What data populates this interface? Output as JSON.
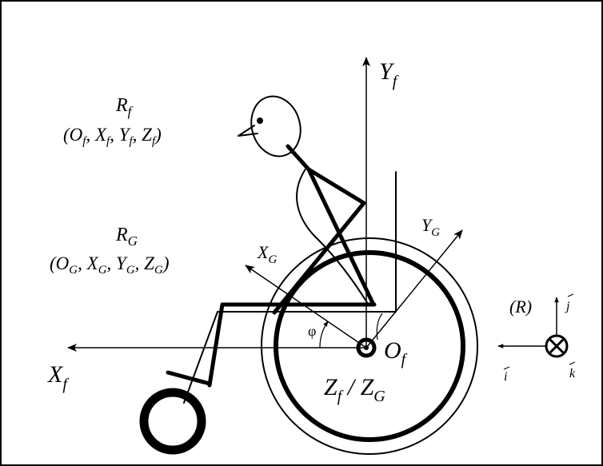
{
  "labels": {
    "frame_title_name": "R",
    "frame_title_sub": "f",
    "frame_def": {
      "open": "(O",
      "o_sub": "f",
      "x": ", X",
      "x_sub": "f",
      "y": ", Y",
      "y_sub": "f",
      "z": ", Z",
      "z_sub": "f",
      "close": ")"
    },
    "g_title_name": "R",
    "g_title_sub": "G",
    "g_def": {
      "open": "(O",
      "o_sub": "G",
      "x": ", X",
      "x_sub": "G",
      "y": ", Y",
      "y_sub": "G",
      "z": ", Z",
      "z_sub": "G",
      "close": ")"
    },
    "yf_name": "Y",
    "yf_sub": "f",
    "xf_name": "X",
    "xf_sub": "f",
    "xg_name": "X",
    "xg_sub": "G",
    "yg_name": "Y",
    "yg_sub": "G",
    "of_name": "O",
    "of_sub": "f",
    "zfzg": {
      "z1": "Z",
      "s1": "f",
      "slash": " / ",
      "z2": "Z",
      "s2": "G"
    },
    "phi": "φ",
    "ref_R": "(R)",
    "vec_i": "i",
    "vec_j": "j",
    "vec_k": "k"
  },
  "colors": {
    "ink": "#000000",
    "background": "#ffffff"
  },
  "icons": {
    "ref_k": "circled-x-icon"
  }
}
